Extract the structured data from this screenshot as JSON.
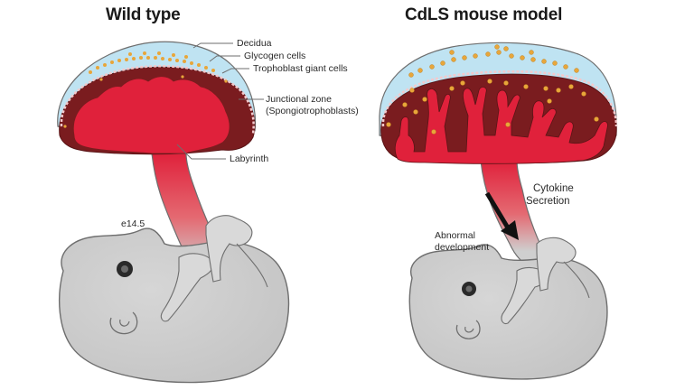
{
  "panels": {
    "wild_type": {
      "title": "Wild type",
      "stage_label": "e14.5",
      "callouts": {
        "decidua": "Decidua",
        "glycogen": "Glycogen cells",
        "trophoblast": "Trophoblast giant cells",
        "junctional_line1": "Junctional zone",
        "junctional_line2": "(Spongiotrophoblasts)",
        "labyrinth": "Labyrinth"
      }
    },
    "cdls": {
      "title": "CdLS mouse model",
      "cytokine_line1": "Cytokine",
      "cytokine_line2": "Secretion",
      "abnormal_line1": "Abnormal",
      "abnormal_line2": "development"
    }
  },
  "colors": {
    "decidua": "#bfe3f2",
    "junctional": "#7a1c1f",
    "labyrinth": "#e0213b",
    "glycogen": "#e8a63a",
    "giant_cells": "#f3c9cc",
    "embryo": "#cfcfcf",
    "outline": "#6e6e6e"
  }
}
